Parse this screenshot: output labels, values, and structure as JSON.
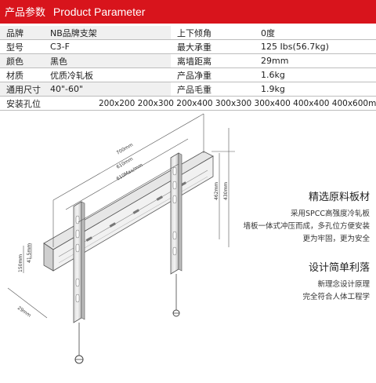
{
  "header": {
    "title_cn": "产品参数",
    "title_en": "Product Parameter"
  },
  "params": {
    "rows": [
      {
        "label": "品牌",
        "value": "NB品牌支架",
        "label2": "上下倾角",
        "value2": "0度"
      },
      {
        "label": "型号",
        "value": "C3-F",
        "label2": "最大承重",
        "value2": "125 Ibs(56.7kg)"
      },
      {
        "label": "颜色",
        "value": "黑色",
        "label2": "离墙距离",
        "value2": "29mm"
      },
      {
        "label": "材质",
        "value": "优质冷轧板",
        "label2": "产品净重",
        "value2": "1.6kg"
      },
      {
        "label": "通用尺寸",
        "value": "40\"-60\"",
        "label2": "产品毛重",
        "value2": "1.9kg"
      }
    ],
    "mount_label": "安装孔位",
    "mount_value": "200x200 200x300 200x400 300x300 300x400 400x400 400x600mm"
  },
  "features": [
    {
      "title": "精选原料板材",
      "lines": [
        "采用SPCC高强度冷轧板",
        "墙板一体式冲压而成，多孔位方便安装",
        "更为牢固，更为安全"
      ]
    },
    {
      "title": "设计简单利落",
      "lines": [
        "新理念设计原理",
        "完全符合人体工程学"
      ]
    }
  ],
  "dimensions": {
    "d700": "700mm",
    "d610": "610mm",
    "d610max": "610Max/mm",
    "d462": "462mm",
    "d430": "430mm",
    "d41": "41.5mm",
    "d150": "150mm",
    "d29": "29mm"
  }
}
